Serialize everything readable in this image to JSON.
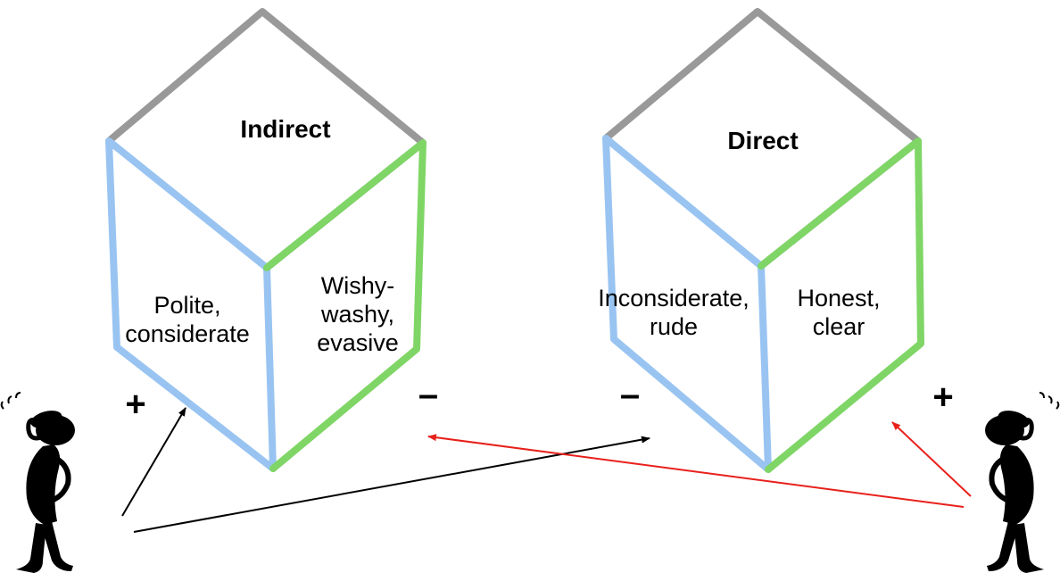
{
  "colors": {
    "top_edge": "#999999",
    "left_face_edge": "#99c4f2",
    "right_face_edge": "#7fd666",
    "outgoing_arrow": "#000000",
    "incoming_arrow": "#e8201b"
  },
  "cubes": [
    {
      "title": "Indirect",
      "left_face": "Polite,\nconsiderate",
      "right_face": "Wishy-\nwashy,\nevasive",
      "left_sign": "+",
      "right_sign": "–"
    },
    {
      "title": "Direct",
      "left_face": "Inconsiderate,\nrude",
      "right_face": "Honest,\nclear",
      "left_sign": "–",
      "right_sign": "+"
    }
  ],
  "figures": [
    {
      "icon": "thinking-person-icon",
      "side": "left"
    },
    {
      "icon": "thinking-person-icon",
      "side": "right"
    }
  ]
}
